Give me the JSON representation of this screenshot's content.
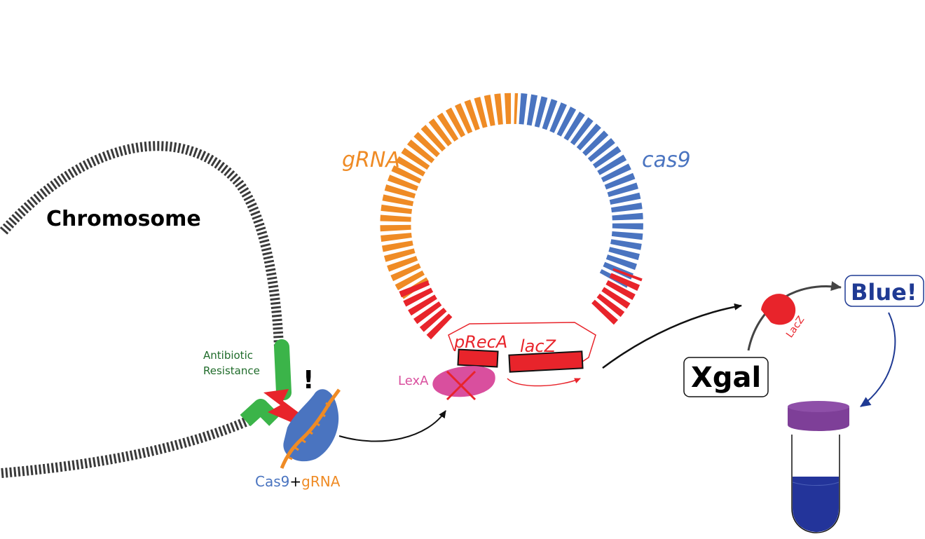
{
  "labels": {
    "chromosome": "Chromosome",
    "antibiotic_line1": "Antibiotic",
    "antibiotic_line2": "Resistance",
    "exclamation": "!",
    "cas9": "Cas9",
    "plus": "+",
    "grna_short": "gRNA",
    "grna_plasmid": "gRNA",
    "cas9_plasmid": "cas9",
    "precA": "pRecA",
    "lacz_gene": "lacZ",
    "lexa": "LexA",
    "lacz_protein": "LacZ",
    "xgal": "Xgal",
    "blue": "Blue!"
  },
  "colors": {
    "orange": "#ef8b25",
    "blue": "#4a74c0",
    "red": "#e8242b",
    "green": "#3bb449",
    "dark_green": "#1f6b2a",
    "pink": "#d94f9e",
    "purple": "#7e3f98",
    "navy": "#1f3a93",
    "tube_liquid": "#23349a",
    "chromosome": "#333333"
  }
}
